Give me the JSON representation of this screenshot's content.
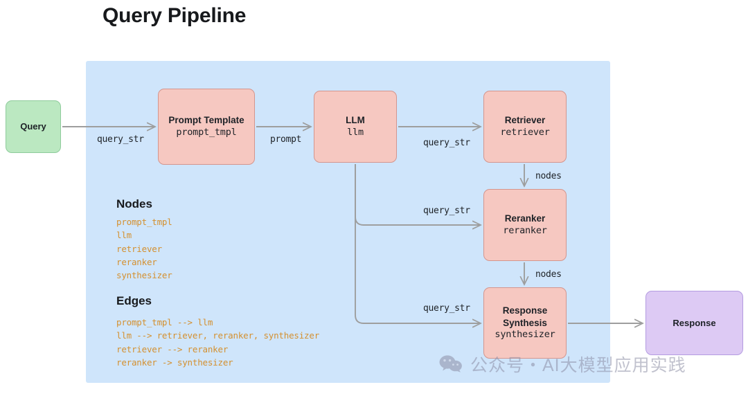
{
  "page": {
    "title": "Query Pipeline",
    "background": "#ffffff"
  },
  "colors": {
    "panel": "#cfe5fb",
    "node_pink_fill": "#f6c8c1",
    "node_pink_border": "#d4958d",
    "node_green_fill": "#bbe8c1",
    "node_green_border": "#8ecb9b",
    "node_purple_fill": "#ddcaf4",
    "node_purple_border": "#b39be0",
    "edge_stroke": "#9e9e9e",
    "legend_code": "#d4902f",
    "title_text": "#17191c"
  },
  "nodes": {
    "query": {
      "title": "Query",
      "id": ""
    },
    "prompt_template": {
      "title": "Prompt Template",
      "id": "prompt_tmpl"
    },
    "llm": {
      "title": "LLM",
      "id": "llm"
    },
    "retriever": {
      "title": "Retriever",
      "id": "retriever"
    },
    "reranker": {
      "title": "Reranker",
      "id": "reranker"
    },
    "synthesizer": {
      "title_line1": "Response",
      "title_line2": "Synthesis",
      "id": "synthesizer"
    },
    "response": {
      "title": "Response",
      "id": ""
    }
  },
  "edge_labels": {
    "query_to_prompt": "query_str",
    "prompt_to_llm": "prompt",
    "llm_to_retriever": "query_str",
    "retriever_to_reranker": "nodes",
    "llm_to_reranker": "query_str",
    "reranker_to_synthesizer": "nodes",
    "llm_to_synthesizer": "query_str"
  },
  "legend": {
    "nodes_heading": "Nodes",
    "nodes_items": "prompt_tmpl\nllm\nretriever\nreranker\nsynthesizer",
    "edges_heading": "Edges",
    "edges_items": "prompt_tmpl --> llm\nllm --> retriever, reranker, synthesizer\nretriever --> reranker\nreranker -> synthesizer"
  },
  "watermark": {
    "icon": "wechat-icon",
    "text": "公众号・AI大模型应用实践"
  }
}
